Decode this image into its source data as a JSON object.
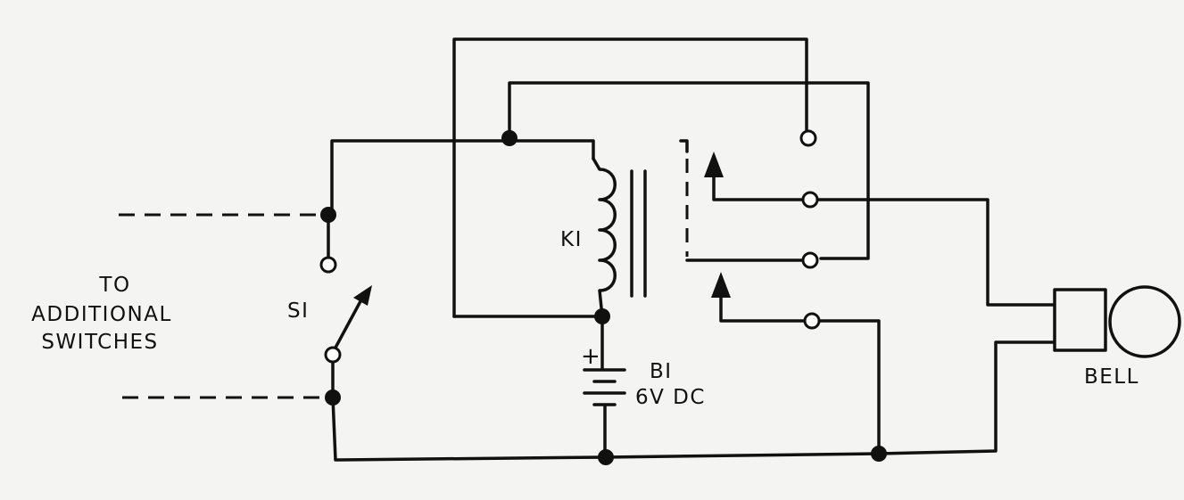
{
  "labels": {
    "to_additional_switches": [
      "TO",
      "ADDITIONAL",
      "SWITCHES"
    ],
    "switch": "SI",
    "relay": "KI",
    "battery_plus": "+",
    "battery_name": "BI",
    "battery_rating": "6V DC",
    "bell": "BELL"
  }
}
